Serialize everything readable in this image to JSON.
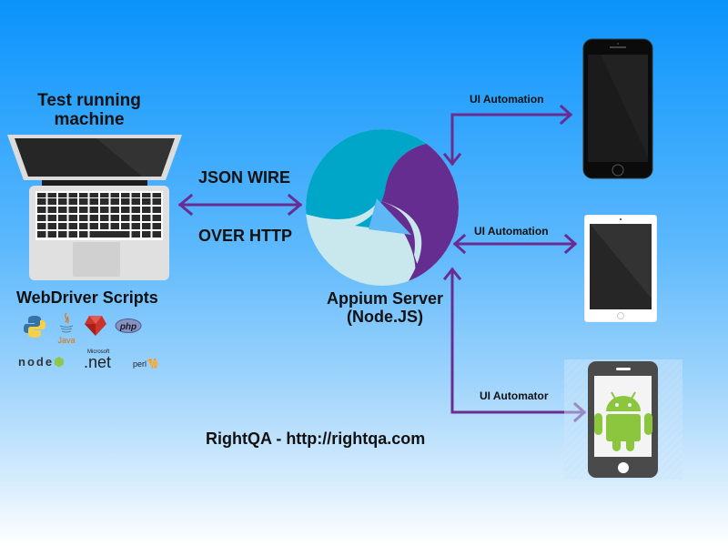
{
  "diagram": {
    "colors": {
      "arrow": "#6a2c91",
      "appium_teal": "#00a6c8",
      "appium_purple": "#662d91",
      "appium_light": "#c9e8ed",
      "android_green": "#8cc63f"
    },
    "client": {
      "title_line1": "Test running",
      "title_line2": "machine",
      "scripts_label": "WebDriver Scripts",
      "languages": [
        "python",
        "java",
        "ruby",
        "php",
        "nodejs",
        ".net",
        "perl"
      ],
      "java_label": "Java",
      "php_label": "php",
      "node_label": "node",
      "net_small": "Microsoft",
      "net_label": ".net",
      "perl_label": "perl"
    },
    "protocol": {
      "line1": "JSON WIRE",
      "line2": "OVER HTTP"
    },
    "server": {
      "line1": "Appium Server",
      "line2": "(Node.JS)"
    },
    "devices": [
      {
        "name": "iPhone",
        "connection": "UI Automation"
      },
      {
        "name": "iPad",
        "connection": "UI Automation"
      },
      {
        "name": "Android phone",
        "connection": "UI Automator"
      }
    ],
    "footer": "RightQA - http://rightqa.com"
  }
}
